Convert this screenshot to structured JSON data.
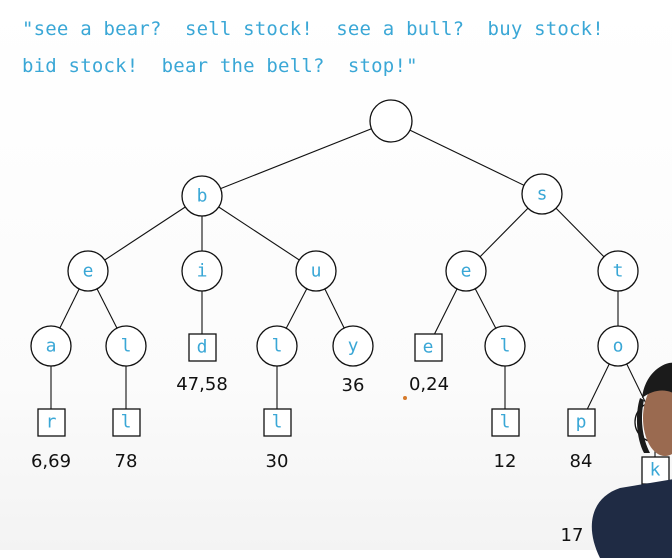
{
  "quote": {
    "line1": "\"see a bear?  sell stock!  see a bull?  buy stock!",
    "line2": "bid stock!  bear the bell?  stop!\""
  },
  "colors": {
    "letter": "#3aa7d6",
    "stroke": "#111111",
    "text": "#111111"
  },
  "trie": {
    "root": {
      "letter": ""
    },
    "b": {
      "letter": "b"
    },
    "s": {
      "letter": "s"
    },
    "b_e": {
      "letter": "e"
    },
    "b_i": {
      "letter": "i"
    },
    "b_u": {
      "letter": "u"
    },
    "s_e": {
      "letter": "e"
    },
    "s_t": {
      "letter": "t"
    },
    "b_e_a": {
      "letter": "a"
    },
    "b_e_l": {
      "letter": "l"
    },
    "b_i_d": {
      "letter": "d",
      "positions": "47,58"
    },
    "b_u_l": {
      "letter": "l"
    },
    "b_u_y": {
      "letter": "y",
      "positions": "36"
    },
    "s_e_e": {
      "letter": "e",
      "positions": "0,24"
    },
    "s_e_l": {
      "letter": "l"
    },
    "s_t_o": {
      "letter": "o"
    },
    "b_e_a_r": {
      "letter": "r",
      "positions": "6,69"
    },
    "b_e_l_l": {
      "letter": "l",
      "positions": "78"
    },
    "b_u_l_l": {
      "letter": "l",
      "positions": "30"
    },
    "s_e_l_l": {
      "letter": "l",
      "positions": "12"
    },
    "s_t_o_p": {
      "letter": "p",
      "positions": "84"
    },
    "s_t_o_c": {
      "letter": ""
    },
    "s_t_o_c_k": {
      "letter": "k",
      "positions": "17"
    }
  }
}
